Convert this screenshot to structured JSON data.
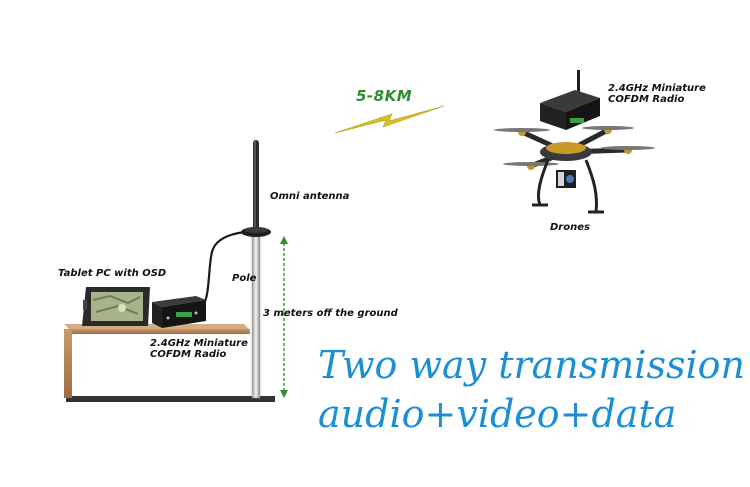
{
  "labels": {
    "range": "5-8KM",
    "drone_radio": "2.4GHz Miniature\nCOFDM Radio",
    "omni_antenna": "Omni antenna",
    "drones": "Drones",
    "tablet": "Tablet PC with OSD",
    "pole": "Pole",
    "height": "3 meters off the ground",
    "ground_radio": "2.4GHz Miniature\nCOFDM Radio"
  },
  "headline": {
    "line1": "Two way transmission",
    "line2": "audio+video+data"
  },
  "colors": {
    "headline": "#1a8fd6",
    "range": "#2e8b2e",
    "lightning": "#d8c020",
    "height_marker": "#2f8f2f",
    "table": "#b8865a",
    "ground": "#333333"
  }
}
